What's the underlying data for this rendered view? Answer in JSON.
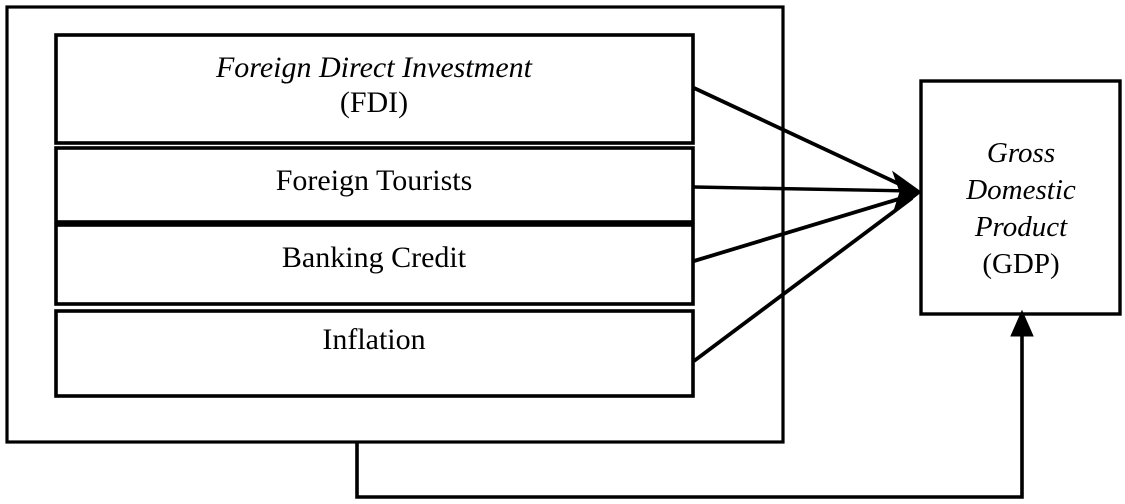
{
  "diagram": {
    "type": "conceptual-framework",
    "title": "",
    "independent_group": {
      "name": "independent-variables-container",
      "variables": [
        {
          "id": "fdi",
          "line1": "Foreign Direct Investment",
          "line1_style": "italic",
          "line2": "(FDI)",
          "line2_style": "roman"
        },
        {
          "id": "foreign-tourists",
          "line1": "Foreign Tourists",
          "line1_style": "roman",
          "line2": "",
          "line2_style": "roman"
        },
        {
          "id": "banking-credit",
          "line1": "Banking Credit",
          "line1_style": "roman",
          "line2": "",
          "line2_style": "roman"
        },
        {
          "id": "inflation",
          "line1": "Inflation",
          "line1_style": "roman",
          "line2": "",
          "line2_style": "roman"
        }
      ]
    },
    "dependent_variable": {
      "id": "gdp",
      "line1": "Gross",
      "line2": "Domestic",
      "line3": "Product",
      "line4": "(GDP)",
      "italic_lines": [
        "Gross",
        "Domestic",
        "Product"
      ],
      "roman_lines": [
        "(GDP)"
      ]
    },
    "connectors": [
      {
        "id": "fdi-to-gdp",
        "from": "fdi",
        "to": "gdp",
        "arrow": "converging",
        "head": "filled-triangle"
      },
      {
        "id": "foreign-tourists-to-gdp",
        "from": "foreign-tourists",
        "to": "gdp",
        "arrow": "converging",
        "head": "filled-triangle"
      },
      {
        "id": "banking-credit-to-gdp",
        "from": "banking-credit",
        "to": "gdp",
        "arrow": "converging",
        "head": "filled-triangle"
      },
      {
        "id": "inflation-to-gdp",
        "from": "inflation",
        "to": "gdp",
        "arrow": "converging",
        "head": "filled-triangle"
      },
      {
        "id": "feedback-loop-to-gdp",
        "from": "independent-variables-container",
        "to": "gdp",
        "arrow": "orthogonal-feedback",
        "head": "filled-triangle-up"
      }
    ],
    "colors": {
      "stroke": "#000000",
      "fill": "#ffffff",
      "text": "#000000"
    }
  }
}
